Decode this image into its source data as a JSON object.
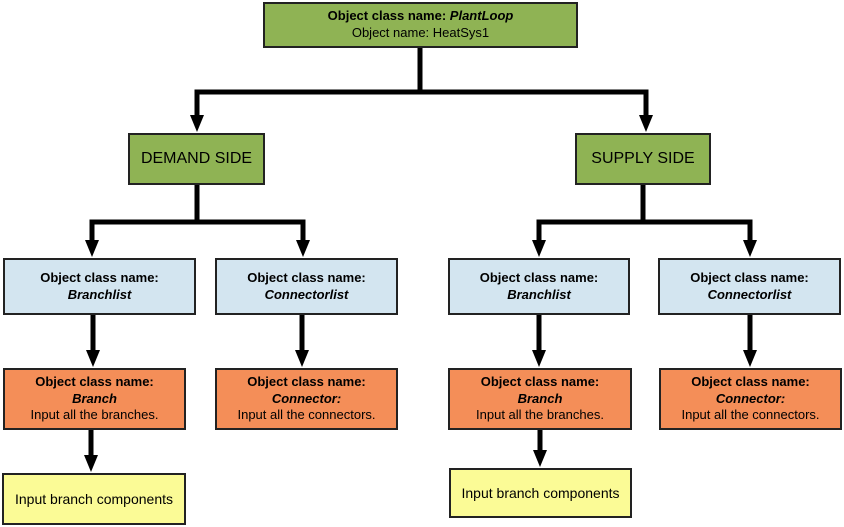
{
  "colors": {
    "green": "#8FB354",
    "blue": "#D3E5F0",
    "orange": "#F48E58",
    "yellow": "#FBFB96",
    "border": "#222222",
    "line": "#000000"
  },
  "root_box": {
    "label": "Object class name:",
    "class_name": "PlantLoop",
    "object_line": "Object name: HeatSys1"
  },
  "sides": [
    {
      "title": "DEMAND SIDE",
      "branchlist": {
        "label": "Object class name:",
        "class_name": "Branchlist"
      },
      "connectorlist": {
        "label": "Object class name:",
        "class_name": "Connectorlist"
      },
      "branch": {
        "label": "Object class name:",
        "class_name": "Branch",
        "note": "Input all the branches."
      },
      "connector": {
        "label": "Object class name:",
        "class_name": "Connector:",
        "note": "Input all the connectors."
      },
      "leaf": {
        "text": "Input branch components"
      }
    },
    {
      "title": "SUPPLY SIDE",
      "branchlist": {
        "label": "Object class name:",
        "class_name": "Branchlist"
      },
      "connectorlist": {
        "label": "Object class name:",
        "class_name": "Connectorlist"
      },
      "branch": {
        "label": "Object class name:",
        "class_name": "Branch",
        "note": "Input all the branches."
      },
      "connector": {
        "label": "Object class name:",
        "class_name": "Connector:",
        "note": "Input all the connectors."
      },
      "leaf": {
        "text": "Input branch components"
      }
    }
  ]
}
